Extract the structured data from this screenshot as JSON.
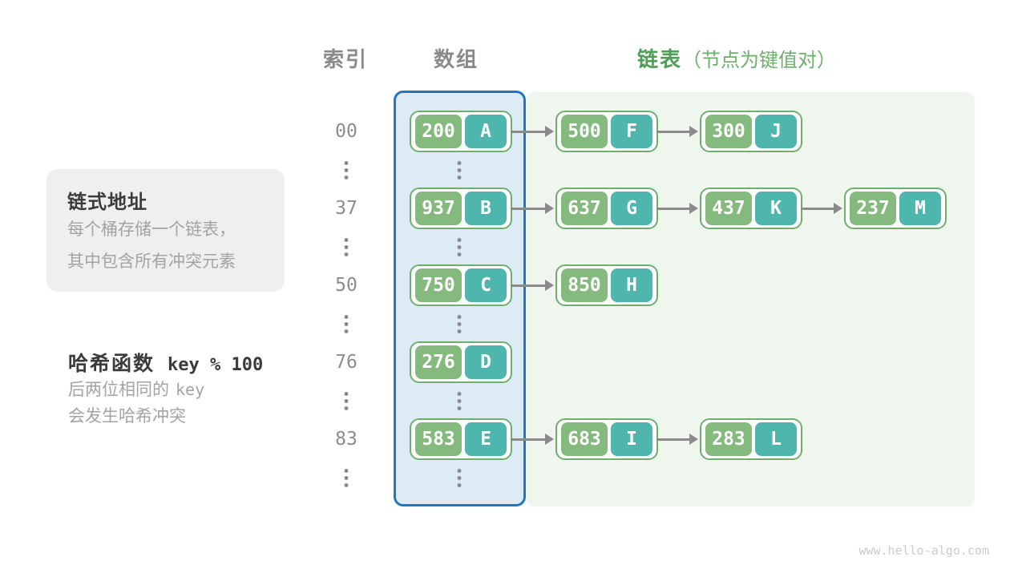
{
  "page": {
    "watermark": "www.hello-algo.com"
  },
  "headers": {
    "index": "索引",
    "array": "数组",
    "chain_bold": "链表",
    "chain_note": "（节点为键值对）"
  },
  "info_box": {
    "title": "链式地址",
    "line1": "每个桶存储一个链表，",
    "line2": "其中包含所有冲突元素"
  },
  "hash_note": {
    "title_cn": "哈希函数",
    "title_code": "key % 100",
    "line1_prefix": "后两位相同的",
    "line1_code": "key",
    "line2": "会发生哈希冲突"
  },
  "table": {
    "rows": [
      {
        "index": "00",
        "array_node": {
          "key": "200",
          "value": "A"
        },
        "chain": [
          {
            "key": "500",
            "value": "F"
          },
          {
            "key": "300",
            "value": "J"
          }
        ]
      },
      {
        "index": "37",
        "array_node": {
          "key": "937",
          "value": "B"
        },
        "chain": [
          {
            "key": "637",
            "value": "G"
          },
          {
            "key": "437",
            "value": "K"
          },
          {
            "key": "237",
            "value": "M"
          }
        ]
      },
      {
        "index": "50",
        "array_node": {
          "key": "750",
          "value": "C"
        },
        "chain": [
          {
            "key": "850",
            "value": "H"
          }
        ]
      },
      {
        "index": "76",
        "array_node": {
          "key": "276",
          "value": "D"
        },
        "chain": []
      },
      {
        "index": "83",
        "array_node": {
          "key": "583",
          "value": "E"
        },
        "chain": [
          {
            "key": "683",
            "value": "I"
          },
          {
            "key": "283",
            "value": "L"
          }
        ]
      }
    ]
  },
  "colors": {
    "key_fill": "#85ba7e",
    "value_fill": "#4eb6ac",
    "node_border": "#70ae70",
    "node_bg": "#fdfefd",
    "array_border": "#2277bd",
    "array_fill": "#dcebf6",
    "chain_fill": "#eff6ee",
    "arrow_gray": "#8b8b8b",
    "dot_gray": "#8b8b8b",
    "header_gray": "#8a8a8a",
    "chain_header_green": "#4f9e55",
    "chain_note_green": "#6db06d",
    "index_gray": "#8c8c8c",
    "infobox_fill": "#efefef",
    "title_dark": "#3b3b3b",
    "body_gray": "#a3a3a3",
    "watermark_gray": "#cbcbcb"
  }
}
